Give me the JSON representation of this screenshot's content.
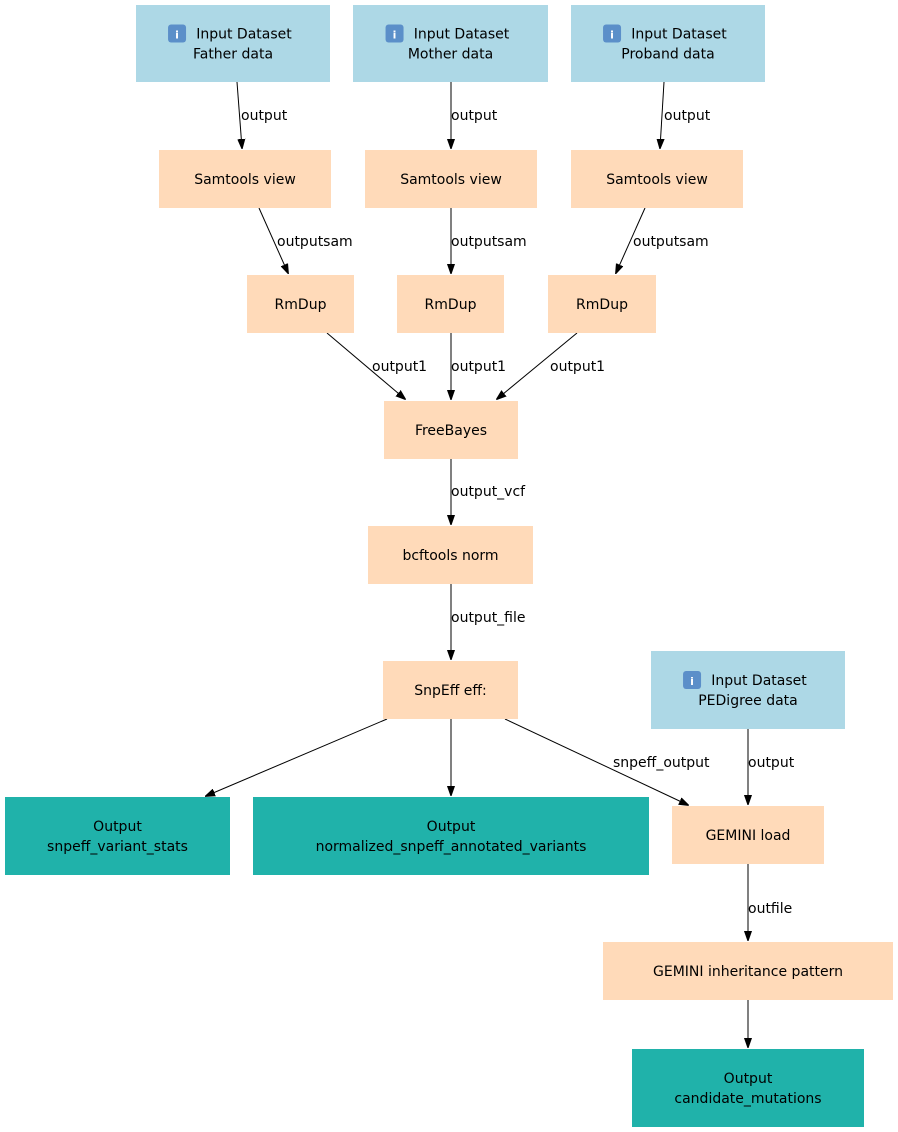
{
  "colors": {
    "input": "#add8e6",
    "tool": "#ffdab9",
    "output": "#20b2aa",
    "edge": "#000000"
  },
  "nodes": {
    "input_father": {
      "kind": "input",
      "lines": [
        "Input Dataset",
        "Father data"
      ],
      "icon": "info-icon"
    },
    "input_mother": {
      "kind": "input",
      "lines": [
        "Input Dataset",
        "Mother data"
      ],
      "icon": "info-icon"
    },
    "input_proband": {
      "kind": "input",
      "lines": [
        "Input Dataset",
        "Proband data"
      ],
      "icon": "info-icon"
    },
    "samtools_1": {
      "kind": "tool",
      "lines": [
        "Samtools view"
      ]
    },
    "samtools_2": {
      "kind": "tool",
      "lines": [
        "Samtools view"
      ]
    },
    "samtools_3": {
      "kind": "tool",
      "lines": [
        "Samtools view"
      ]
    },
    "rmdup_1": {
      "kind": "tool",
      "lines": [
        "RmDup"
      ]
    },
    "rmdup_2": {
      "kind": "tool",
      "lines": [
        "RmDup"
      ]
    },
    "rmdup_3": {
      "kind": "tool",
      "lines": [
        "RmDup"
      ]
    },
    "freebayes": {
      "kind": "tool",
      "lines": [
        "FreeBayes"
      ]
    },
    "bcftools": {
      "kind": "tool",
      "lines": [
        "bcftools norm"
      ]
    },
    "snpeff": {
      "kind": "tool",
      "lines": [
        "SnpEff eff:"
      ]
    },
    "input_pedigree": {
      "kind": "input",
      "lines": [
        "Input Dataset",
        "PEDigree data"
      ],
      "icon": "info-icon"
    },
    "out_stats": {
      "kind": "output",
      "lines": [
        "Output",
        "snpeff_variant_stats"
      ]
    },
    "out_normalized": {
      "kind": "output",
      "lines": [
        "Output",
        "normalized_snpeff_annotated_variants"
      ]
    },
    "gemini_load": {
      "kind": "tool",
      "lines": [
        "GEMINI load"
      ]
    },
    "gemini_inherit": {
      "kind": "tool",
      "lines": [
        "GEMINI inheritance pattern"
      ]
    },
    "out_candidate": {
      "kind": "output",
      "lines": [
        "Output",
        "candidate_mutations"
      ]
    }
  },
  "edges": [
    {
      "from": "input_father",
      "to": "samtools_1",
      "label": "output"
    },
    {
      "from": "input_mother",
      "to": "samtools_2",
      "label": "output"
    },
    {
      "from": "input_proband",
      "to": "samtools_3",
      "label": "output"
    },
    {
      "from": "samtools_1",
      "to": "rmdup_1",
      "label": "outputsam"
    },
    {
      "from": "samtools_2",
      "to": "rmdup_2",
      "label": "outputsam"
    },
    {
      "from": "samtools_3",
      "to": "rmdup_3",
      "label": "outputsam"
    },
    {
      "from": "rmdup_1",
      "to": "freebayes",
      "label": "output1"
    },
    {
      "from": "rmdup_2",
      "to": "freebayes",
      "label": "output1"
    },
    {
      "from": "rmdup_3",
      "to": "freebayes",
      "label": "output1"
    },
    {
      "from": "freebayes",
      "to": "bcftools",
      "label": "output_vcf"
    },
    {
      "from": "bcftools",
      "to": "snpeff",
      "label": "output_file"
    },
    {
      "from": "snpeff",
      "to": "out_stats",
      "label": ""
    },
    {
      "from": "snpeff",
      "to": "out_normalized",
      "label": ""
    },
    {
      "from": "snpeff",
      "to": "gemini_load",
      "label": "snpeff_output"
    },
    {
      "from": "input_pedigree",
      "to": "gemini_load",
      "label": "output"
    },
    {
      "from": "gemini_load",
      "to": "gemini_inherit",
      "label": "outfile"
    },
    {
      "from": "gemini_inherit",
      "to": "out_candidate",
      "label": ""
    }
  ]
}
